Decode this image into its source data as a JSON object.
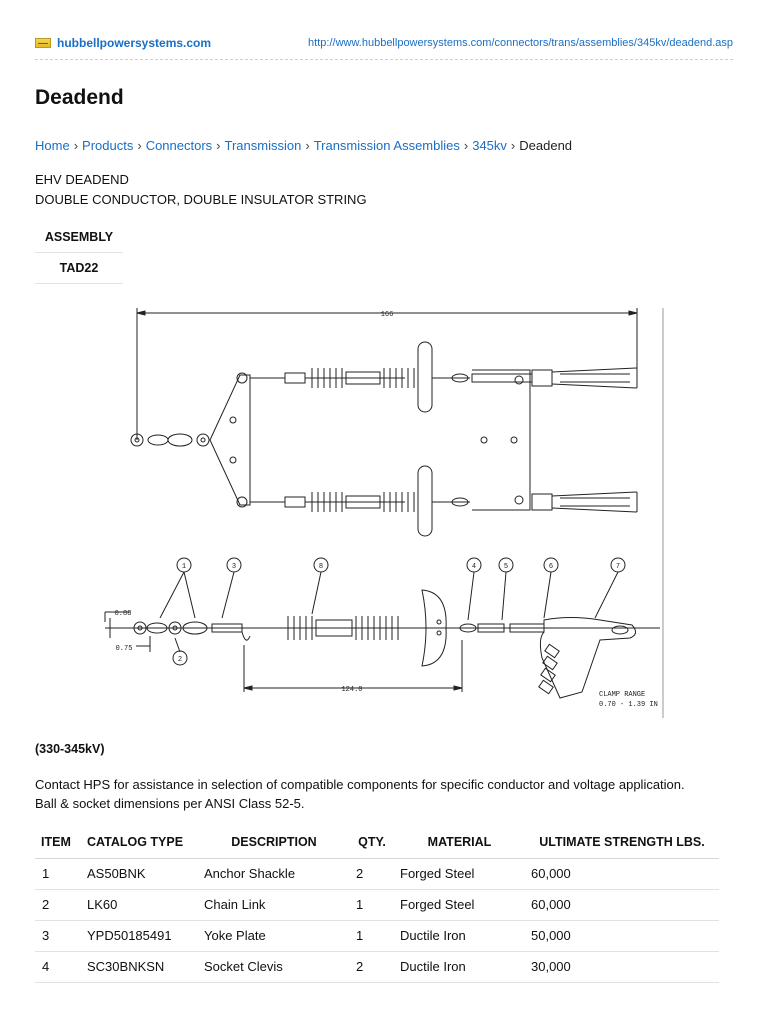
{
  "header": {
    "site_name": "hubbellpowersystems.com",
    "url": "http://www.hubbellpowersystems.com/connectors/trans/assemblies/345kv/deadend.asp",
    "logo_icon": "hubbell-logo-icon"
  },
  "page": {
    "title": "Deadend"
  },
  "breadcrumb": {
    "items": [
      "Home",
      "Products",
      "Connectors",
      "Transmission",
      "Transmission Assemblies",
      "345kv"
    ],
    "current": "Deadend",
    "separator": "›"
  },
  "subtitle": {
    "line1": "EHV DEADEND",
    "line2": "DOUBLE CONDUCTOR, DOUBLE INSULATOR STRING"
  },
  "assembly": {
    "header": "ASSEMBLY",
    "value": "TAD22"
  },
  "drawing": {
    "dim_top": "166",
    "dim_bottom": "124.0",
    "dim_left_a": "0.88",
    "dim_left_b": "0.75",
    "clamp_line1": "CLAMP RANGE",
    "clamp_line2": "0.70 - 1.39 IN",
    "balloons": [
      "1",
      "3",
      "8",
      "4",
      "5",
      "6",
      "7",
      "2"
    ]
  },
  "voltage": "(330-345kV)",
  "note": {
    "line1": "Contact HPS for assistance in selection of compatible components for specific conductor and voltage application.",
    "line2": "Ball & socket dimensions per ANSI Class 52-5."
  },
  "parts_table": {
    "headers": [
      "ITEM",
      "CATALOG TYPE",
      "DESCRIPTION",
      "QTY.",
      "MATERIAL",
      "ULTIMATE STRENGTH LBS."
    ],
    "rows": [
      [
        "1",
        "AS50BNK",
        "Anchor Shackle",
        "2",
        "Forged Steel",
        "60,000"
      ],
      [
        "2",
        "LK60",
        "Chain Link",
        "1",
        "Forged Steel",
        "60,000"
      ],
      [
        "3",
        "YPD50185491",
        "Yoke Plate",
        "1",
        "Ductile Iron",
        "50,000"
      ],
      [
        "4",
        "SC30BNKSN",
        "Socket Clevis",
        "2",
        "Ductile Iron",
        "30,000"
      ]
    ]
  }
}
